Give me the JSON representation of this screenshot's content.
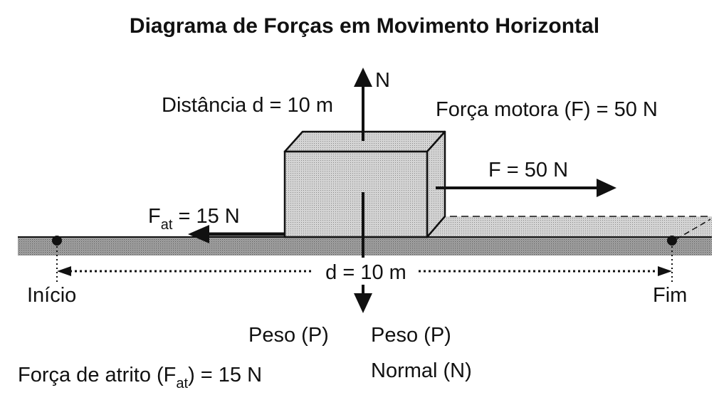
{
  "title": "Diagrama de Forças em Movimento Horizontal",
  "labels": {
    "normal_arrow": "N",
    "distance_top": "Distância d = 10 m",
    "motor_force_legend": "Força motora (F) = 50 N",
    "applied_force": "F = 50 N",
    "friction_force_main": "F",
    "friction_force_sub": "at",
    "friction_force_value": " = 15 N",
    "distance_bottom": "d = 10 m",
    "start": "Início",
    "end": "Fim",
    "weight_left": "Peso (P)",
    "weight_right": "Peso (P)",
    "normal_legend": "Normal (N)",
    "friction_legend_main": "Força de atrito (F",
    "friction_legend_sub": "at",
    "friction_legend_end": ") = 15 N"
  }
}
